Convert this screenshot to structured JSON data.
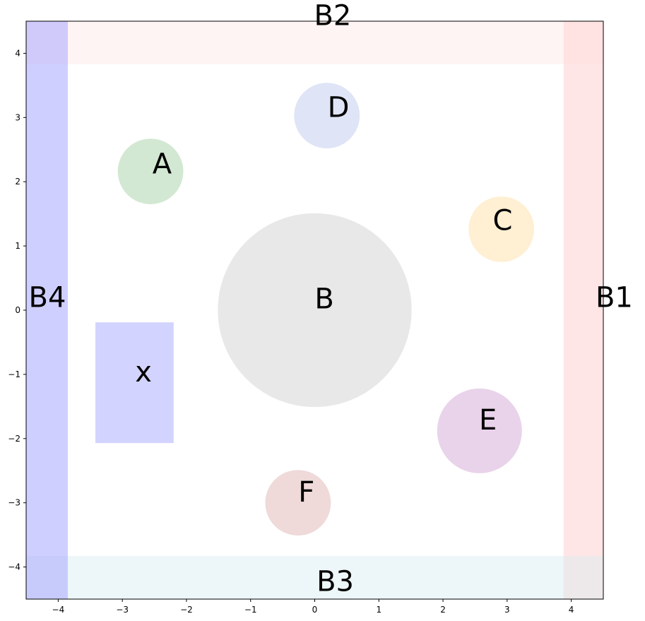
{
  "axes": {
    "xlim": [
      -4.5,
      4.5
    ],
    "ylim": [
      -4.5,
      4.5
    ],
    "x_ticks": [
      {
        "value": -4,
        "label": "−4"
      },
      {
        "value": -3,
        "label": "−3"
      },
      {
        "value": -2,
        "label": "−2"
      },
      {
        "value": -1,
        "label": "−1"
      },
      {
        "value": 0,
        "label": "0"
      },
      {
        "value": 1,
        "label": "1"
      },
      {
        "value": 2,
        "label": "2"
      },
      {
        "value": 3,
        "label": "3"
      },
      {
        "value": 4,
        "label": "4"
      }
    ],
    "y_ticks": [
      {
        "value": 4,
        "label": "4"
      },
      {
        "value": 3,
        "label": "3"
      },
      {
        "value": 2,
        "label": "2"
      },
      {
        "value": 1,
        "label": "1"
      },
      {
        "value": 0,
        "label": "0"
      },
      {
        "value": -1,
        "label": "−1"
      },
      {
        "value": -2,
        "label": "−2"
      },
      {
        "value": -3,
        "label": "−3"
      },
      {
        "value": -4,
        "label": "−4"
      }
    ]
  },
  "borders": [
    {
      "id": "b1",
      "label": "B1",
      "x1": 3.88,
      "x2": 4.5,
      "y1": -4.5,
      "y2": 4.5,
      "color": "#ffc7c7",
      "opacity": 0.45,
      "label_x": 4.67,
      "label_y": 0.17
    },
    {
      "id": "b2",
      "label": "B2",
      "x1": -4.5,
      "x2": 4.5,
      "y1": 3.83,
      "y2": 4.5,
      "color": "#ffd9d9",
      "opacity": 0.3,
      "label_x": 0.28,
      "label_y": 4.56
    },
    {
      "id": "b3",
      "label": "B3",
      "x1": -4.5,
      "x2": 4.5,
      "y1": -4.5,
      "y2": -3.83,
      "color": "#d6ecf0",
      "opacity": 0.45,
      "label_x": 0.32,
      "label_y": -4.25
    },
    {
      "id": "b4",
      "label": "B4",
      "x1": -4.5,
      "x2": -3.85,
      "y1": -4.5,
      "y2": 4.5,
      "color": "#a8a8ff",
      "opacity": 0.55,
      "label_x": -4.17,
      "label_y": 0.17
    }
  ],
  "circles": [
    {
      "id": "a",
      "label": "A",
      "cx": -2.56,
      "cy": 2.16,
      "r": 0.5,
      "color": "#d3e8d3",
      "label_x": -2.38,
      "label_y": 2.25
    },
    {
      "id": "b",
      "label": "B",
      "cx": 0.0,
      "cy": 0.0,
      "r": 1.5,
      "color": "#e8e8e8",
      "label_x": 0.15,
      "label_y": 0.15
    },
    {
      "id": "c",
      "label": "C",
      "cx": 2.91,
      "cy": 1.26,
      "r": 0.5,
      "color": "#ffefd3",
      "label_x": 2.93,
      "label_y": 1.37
    },
    {
      "id": "d",
      "label": "D",
      "cx": 0.19,
      "cy": 3.03,
      "r": 0.5,
      "color": "#dfe4f6",
      "label_x": 0.37,
      "label_y": 3.13
    },
    {
      "id": "e",
      "label": "E",
      "cx": 2.57,
      "cy": -1.88,
      "r": 0.65,
      "color": "#e9d3ea",
      "label_x": 2.7,
      "label_y": -1.74
    },
    {
      "id": "f",
      "label": "F",
      "cx": -0.26,
      "cy": -3.0,
      "r": 0.5,
      "color": "#efd9d9",
      "label_x": -0.13,
      "label_y": -2.86
    }
  ],
  "rectangles": [
    {
      "id": "x",
      "label": "x",
      "x1": -3.42,
      "x2": -2.2,
      "y1": -2.07,
      "y2": -0.19,
      "color": "#d3d3ff",
      "label_x": -2.67,
      "label_y": -0.99
    }
  ]
}
